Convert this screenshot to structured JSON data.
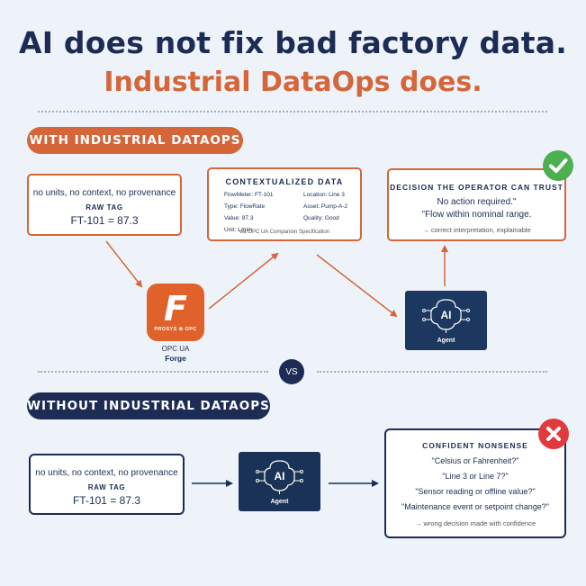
{
  "title": {
    "line1": "AI does not fix bad factory data.",
    "line2": "Industrial DataOps does."
  },
  "with": {
    "pill": "WITH INDUSTRIAL DATAOPS",
    "raw": {
      "note": "no units, no context, no provenance",
      "tag": "RAW TAG",
      "value": "FT-101 = 87.3"
    },
    "context": {
      "title": "CONTEXTUALIZED DATA",
      "left": [
        "FlowMeter: FT-101",
        "Type: FlowRate",
        "Value: 87.3",
        "Unit: L/min"
      ],
      "right": [
        "Location: Line 3",
        "Asset: Pump-A-2",
        "Quality: Good"
      ],
      "footer": "via OPC UA Companion Specification"
    },
    "decision": {
      "title": "DECISION THE OPERATOR CAN TRUST",
      "line1": "No action required.\"",
      "line2": "\"Flow within nominal range.",
      "footer": "→ correct interpretation, explainable"
    },
    "forge": {
      "letter": "F",
      "brand": "PROSYS ⊗ OPC",
      "label1": "OPC UA",
      "label2": "Forge"
    },
    "ai": {
      "label": "AI",
      "agent": "Agent"
    },
    "check_color": "#4caf50"
  },
  "vs": "VS",
  "without": {
    "pill": "WITHOUT INDUSTRIAL DATAOPS",
    "raw": {
      "note": "no units, no context, no provenance",
      "tag": "RAW TAG",
      "value": "FT-101 = 87.3"
    },
    "ai": {
      "label": "AI",
      "agent": "Agent"
    },
    "nonsense": {
      "title": "CONFIDENT NONSENSE",
      "lines": [
        "\"Celsius or Fahrenheit?\"",
        "\"Line 3 or Line 7?\"",
        "\"Sensor reading or offline value?\"",
        "\"Maintenance event or setpoint change?\""
      ],
      "footer": "→ wrong decision made with confidence"
    },
    "cross_color": "#e0393e"
  },
  "colors": {
    "navy": "#1c2c55",
    "orange": "#d4663a",
    "background": "#eef3fa"
  }
}
